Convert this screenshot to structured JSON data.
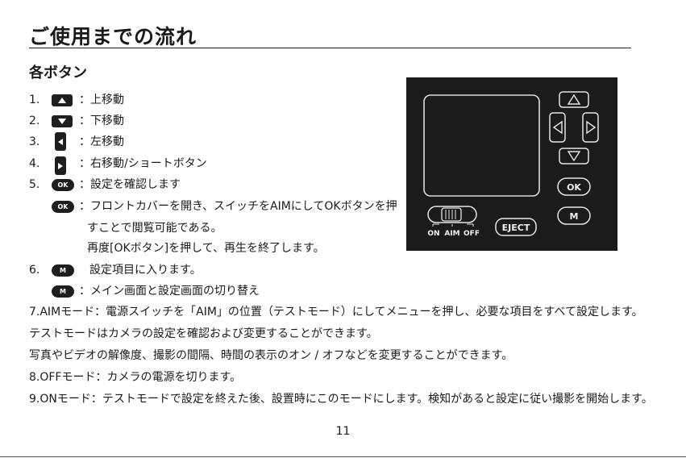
{
  "title": "ご使用までの流れ",
  "subtitle": "各ボタン",
  "items": [
    {
      "num": "1.",
      "desc": "：上移動"
    },
    {
      "num": "2.",
      "desc": "：下移動"
    },
    {
      "num": "3.",
      "desc": "：左移動"
    },
    {
      "num": "4.",
      "desc": "：右移動/ショートボタン"
    },
    {
      "num": "5.",
      "key": "OK",
      "desc": "：設定を確認します"
    },
    {
      "key": "OK",
      "desc": "：フロントカバーを開き、スイッチをAIMにしてOKボタンを押",
      "desc2": "すことで閲覧可能である。",
      "desc3": "再度[OKボタン]を押して、再生を終了します。"
    },
    {
      "num": "6.",
      "key": "M",
      "desc": "設定項目に入ります。"
    },
    {
      "key": "M",
      "desc": "：メイン画面と設定画面の切り替え"
    }
  ],
  "paragraphs": [
    "7.AIMモード：電源スイッチを「AIM」の位置（テストモード）にしてメニューを押し、必要な項目をすべて設定します。",
    "テストモードはカメラの設定を確認および変更することができます。",
    "写真やビデオの解像度、撮影の間隔、時間の表示のオン / オフなどを変更することができます。",
    "8.OFFモード：カメラの電源を切ります。",
    "9.ONモード：テストモードで設定を終えた後、設置時にこのモードにします。検知があると設定に従い撮影を開始します。"
  ],
  "device": {
    "ok_label": "OK",
    "m_label": "M",
    "eject_label": "EJECT",
    "switch_labels": [
      "ON",
      "AIM",
      "OFF"
    ]
  },
  "page_number": "11"
}
